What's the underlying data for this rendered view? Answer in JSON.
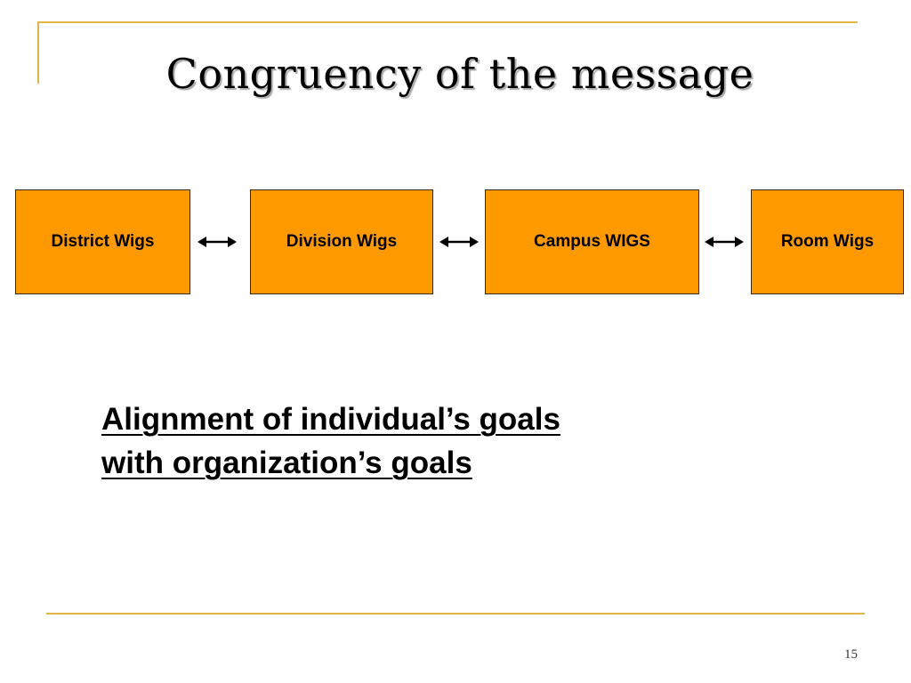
{
  "slide": {
    "title": "Congruency of the message",
    "boxes": [
      {
        "label": "District Wigs"
      },
      {
        "label": "Division Wigs"
      },
      {
        "label": "Campus WIGS"
      },
      {
        "label": "Room Wigs"
      }
    ],
    "statement": {
      "line1": "Alignment of individual’s goals",
      "line2": "with organization’s goals"
    },
    "page_number": "15"
  },
  "colors": {
    "box_fill": "#ff9900",
    "accent_rule": "#e0b64a",
    "text": "#000000"
  }
}
